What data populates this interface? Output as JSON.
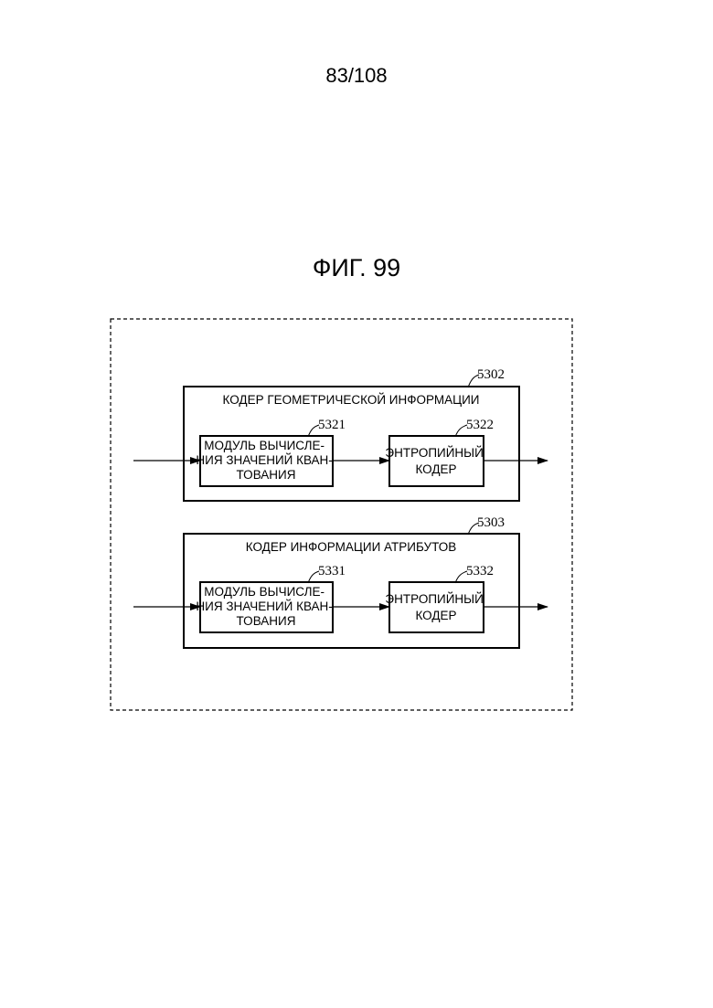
{
  "page": {
    "number": "83/108",
    "figure_title": "ФИГ. 99"
  },
  "encoders": [
    {
      "ref": "5302",
      "title": "КОДЕР ГЕОМЕТРИЧЕСКОЙ ИНФОРМАЦИИ",
      "quantization": {
        "ref": "5321",
        "lines": [
          "МОДУЛЬ ВЫЧИСЛЕ-",
          "НИЯ ЗНАЧЕНИЙ КВАН-",
          "ТОВАНИЯ"
        ]
      },
      "entropy": {
        "ref": "5322",
        "lines": [
          "ЭНТРОПИЙНЫЙ",
          "КОДЕР"
        ]
      }
    },
    {
      "ref": "5303",
      "title": "КОДЕР ИНФОРМАЦИИ АТРИБУТОВ",
      "quantization": {
        "ref": "5331",
        "lines": [
          "МОДУЛЬ ВЫЧИСЛЕ-",
          "НИЯ ЗНАЧЕНИЙ КВАН-",
          "ТОВАНИЯ"
        ]
      },
      "entropy": {
        "ref": "5332",
        "lines": [
          "ЭНТРОПИЙНЫЙ",
          "КОДЕР"
        ]
      }
    }
  ]
}
